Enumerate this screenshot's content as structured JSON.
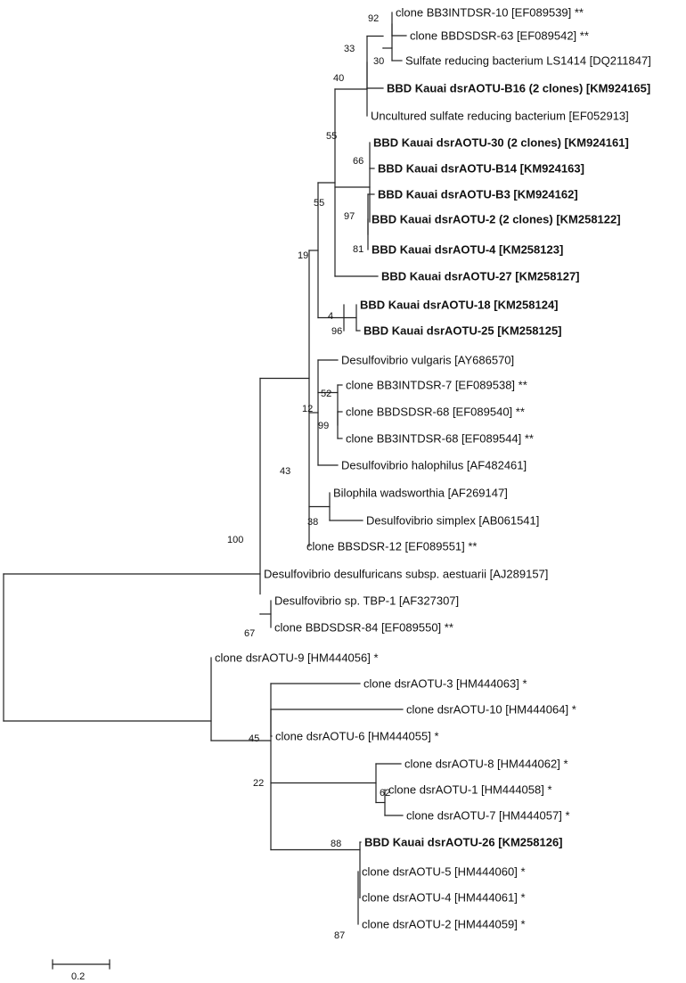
{
  "taxa": [
    {
      "id": "bb3intdsr10",
      "label": "clone BB3INTDSR-10 [EF089539] **",
      "bold": false
    },
    {
      "id": "bbdsdsr63",
      "label": "clone BBDSDSR-63 [EF089542] **",
      "bold": false
    },
    {
      "id": "ls1414",
      "label": "Sulfate reducing bacterium LS1414 [DQ211847]",
      "bold": false
    },
    {
      "id": "b16",
      "label": "BBD Kauai dsrAOTU-B16 (2 clones) [KM924165]",
      "bold": true
    },
    {
      "id": "ef052913",
      "label": "Uncultured sulfate reducing bacterium [EF052913]",
      "bold": false
    },
    {
      "id": "otu30",
      "label": "BBD Kauai dsrAOTU-30 (2 clones) [KM924161]",
      "bold": true
    },
    {
      "id": "b14",
      "label": "BBD Kauai dsrAOTU-B14 [KM924163]",
      "bold": true
    },
    {
      "id": "b3",
      "label": "BBD Kauai dsrAOTU-B3 [KM924162]",
      "bold": true
    },
    {
      "id": "otu2",
      "label": "BBD Kauai dsrAOTU-2 (2 clones) [KM258122]",
      "bold": true
    },
    {
      "id": "otu4",
      "label": "BBD Kauai dsrAOTU-4 [KM258123]",
      "bold": true
    },
    {
      "id": "otu27",
      "label": "BBD Kauai dsrAOTU-27 [KM258127]",
      "bold": true
    },
    {
      "id": "otu18",
      "label": "BBD Kauai dsrAOTU-18 [KM258124]",
      "bold": true
    },
    {
      "id": "otu25",
      "label": "BBD Kauai dsrAOTU-25 [KM258125]",
      "bold": true
    },
    {
      "id": "dvulgaris",
      "label": "Desulfovibrio vulgaris [AY686570]",
      "bold": false
    },
    {
      "id": "bb3intdsr7",
      "label": "clone BB3INTDSR-7 [EF089538] **",
      "bold": false
    },
    {
      "id": "bbdsdsr68",
      "label": "clone BBDSDSR-68 [EF089540] **",
      "bold": false
    },
    {
      "id": "bb3intdsr68",
      "label": "clone BB3INTDSR-68 [EF089544] **",
      "bold": false
    },
    {
      "id": "dhalophilus",
      "label": "Desulfovibrio halophilus [AF482461]",
      "bold": false
    },
    {
      "id": "bilophila",
      "label": "Bilophila wadsworthia [AF269147]",
      "bold": false
    },
    {
      "id": "dsimplex",
      "label": "Desulfovibrio simplex [AB061541]",
      "bold": false
    },
    {
      "id": "bbsdsr12",
      "label": "clone BBSDSR-12 [EF089551] **",
      "bold": false
    },
    {
      "id": "daestuarii",
      "label": "Desulfovibrio desulfuricans subsp. aestuarii [AJ289157]",
      "bold": false
    },
    {
      "id": "tbp1",
      "label": "Desulfovibrio sp. TBP-1 [AF327307]",
      "bold": false
    },
    {
      "id": "bbdsdsr84",
      "label": "clone BBDSDSR-84 [EF089550] **",
      "bold": false
    },
    {
      "id": "dotu9",
      "label": "clone dsrAOTU-9 [HM444056] *",
      "bold": false
    },
    {
      "id": "dotu3",
      "label": "clone dsrAOTU-3 [HM444063] *",
      "bold": false
    },
    {
      "id": "dotu10",
      "label": "clone dsrAOTU-10 [HM444064] *",
      "bold": false
    },
    {
      "id": "dotu6",
      "label": "clone dsrAOTU-6 [HM444055] *",
      "bold": false
    },
    {
      "id": "dotu8",
      "label": "clone dsrAOTU-8 [HM444062] *",
      "bold": false
    },
    {
      "id": "dotu1",
      "label": "clone dsrAOTU-1 [HM444058] *",
      "bold": false
    },
    {
      "id": "dotu7",
      "label": "clone dsrAOTU-7 [HM444057] *",
      "bold": false
    },
    {
      "id": "otu26",
      "label": "BBD Kauai dsrAOTU-26 [KM258126]",
      "bold": true
    },
    {
      "id": "dotu5",
      "label": "clone dsrAOTU-5 [HM444060] *",
      "bold": false
    },
    {
      "id": "dotu4",
      "label": "clone dsrAOTU-4 [HM444061] *",
      "bold": false
    },
    {
      "id": "dotu2",
      "label": "clone dsrAOTU-2 [HM444059] *",
      "bold": false
    }
  ],
  "bootstrap": [
    {
      "id": "n1",
      "value": "92"
    },
    {
      "id": "n2",
      "value": "30"
    },
    {
      "id": "n3",
      "value": "33"
    },
    {
      "id": "n4",
      "value": "40"
    },
    {
      "id": "n5",
      "value": "55"
    },
    {
      "id": "n6",
      "value": "66"
    },
    {
      "id": "n7",
      "value": "97"
    },
    {
      "id": "n8",
      "value": "81"
    },
    {
      "id": "n9",
      "value": "55"
    },
    {
      "id": "n10",
      "value": "19"
    },
    {
      "id": "n11",
      "value": "4"
    },
    {
      "id": "n12",
      "value": "96"
    },
    {
      "id": "n13",
      "value": "52"
    },
    {
      "id": "n14",
      "value": "12"
    },
    {
      "id": "n15",
      "value": "99"
    },
    {
      "id": "n16",
      "value": "43"
    },
    {
      "id": "n17",
      "value": "38"
    },
    {
      "id": "n18",
      "value": "100"
    },
    {
      "id": "n19",
      "value": "67"
    },
    {
      "id": "n20",
      "value": "45"
    },
    {
      "id": "n21",
      "value": "22"
    },
    {
      "id": "n22",
      "value": "62"
    },
    {
      "id": "n23",
      "value": "88"
    },
    {
      "id": "n24",
      "value": "87"
    }
  ],
  "scale_bar": {
    "label": "0.2",
    "value": 0.2
  }
}
